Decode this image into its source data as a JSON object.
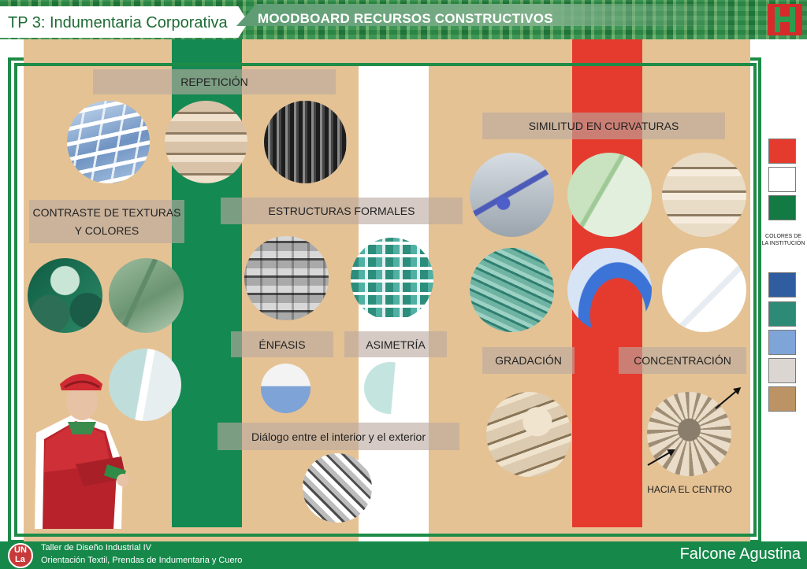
{
  "header": {
    "title": "TP 3: Indumentaria Corporativa",
    "subtitle": "MOODBOARD RECURSOS CONSTRUCTIVOS"
  },
  "labels": {
    "repeticion": "REPETICIÓN",
    "contraste_line1": "CONTRASTE DE TEXTURAS",
    "contraste_line2": "Y COLORES",
    "estructuras": "ESTRUCTURAS FORMALES",
    "enfasis": "ÉNFASIS",
    "asimetria": "ASIMETRÍA",
    "dialogo": "Diálogo entre el interior y el exterior",
    "similitud": "SIMILITUD EN CURVATURAS",
    "gradacion": "GRADACIÓN",
    "concentracion": "CONCENTRACIÓN",
    "hacia_centro": "HACIA EL CENTRO"
  },
  "palette": {
    "caption": "COLORES DE LA INSTITUCIÓN",
    "institution_colors": [
      "#e53b2e",
      "#ffffff",
      "#137a43"
    ],
    "extra_colors": [
      "#2f5d9f",
      "#2c8a76",
      "#7fa4d8",
      "#dcd6d3",
      "#bb9364"
    ]
  },
  "colors": {
    "green": "#148952",
    "red": "#e53b2e",
    "beige": "#e5c294"
  },
  "footer": {
    "logo_line1": "UN",
    "logo_line2": "La",
    "line1": "Taller de Diseño Industrial  IV",
    "line2": "Orientación Textil, Prendas de Indumentaria y Cuero",
    "author": "Falcone Agustina"
  }
}
